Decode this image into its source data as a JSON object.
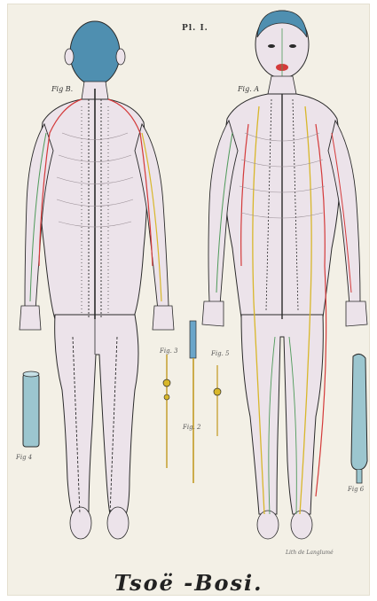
{
  "plate": {
    "plate_number": "Pl. I.",
    "fig_back_label": "Fig B.",
    "fig_front_label": "Fig. A",
    "fig_2_label": "Fig. 2",
    "fig_3_label": "Fig. 3",
    "fig_4_label": "Fig 4",
    "fig_5_label": "Fig. 5",
    "fig_6_label": "Fig 6",
    "lithographer": "Lith de Langlumé",
    "title": "Tsoë -Bosi."
  },
  "colors": {
    "paper": "#f3f0e6",
    "skin": "#ece3ea",
    "hair": "#4f8fb0",
    "red_meridian": "#d43a3a",
    "yellow_meridian": "#d8b72a",
    "green_meridian": "#4f9a5a",
    "blue_cylinder": "#9cc6cf",
    "ink": "#2a2a2a"
  }
}
